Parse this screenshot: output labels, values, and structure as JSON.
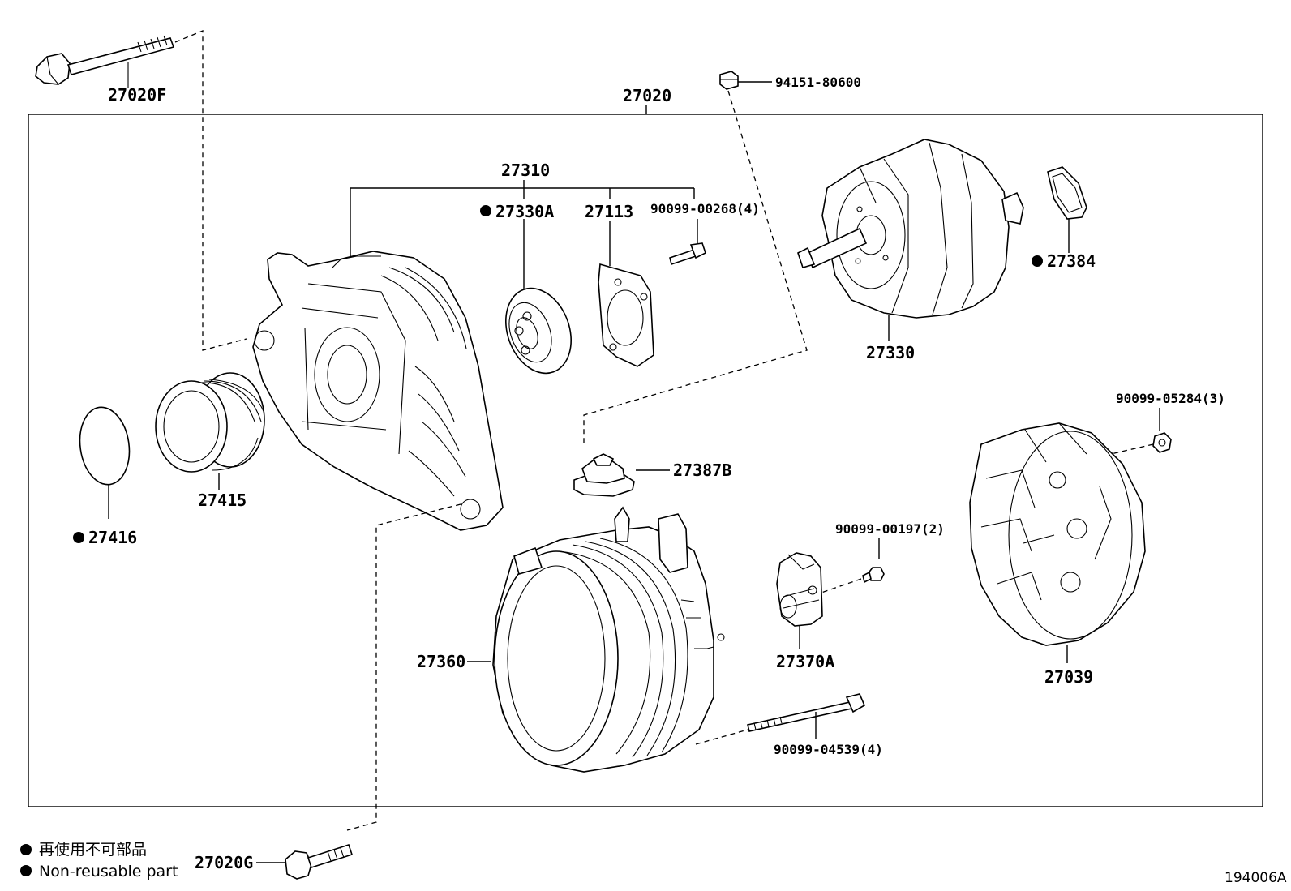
{
  "labels": {
    "p27020F": "27020F",
    "p27020": "27020",
    "p94151": "94151-80600",
    "p27310": "27310",
    "p27330A": "27330A",
    "p27113": "27113",
    "p90099_00268": "90099-00268(4)",
    "p27384": "27384",
    "p27330": "27330",
    "p90099_05284": "90099-05284(3)",
    "p27387B": "27387B",
    "p27415": "27415",
    "p27416": "27416",
    "p90099_00197": "90099-00197(2)",
    "p27360": "27360",
    "p27370A": "27370A",
    "p27039": "27039",
    "p90099_04539": "90099-04539(4)",
    "p27020G": "27020G"
  },
  "legend": {
    "japanese": "再使用不可部品",
    "english": "Non-reusable part"
  },
  "diagram_code": "194006A"
}
